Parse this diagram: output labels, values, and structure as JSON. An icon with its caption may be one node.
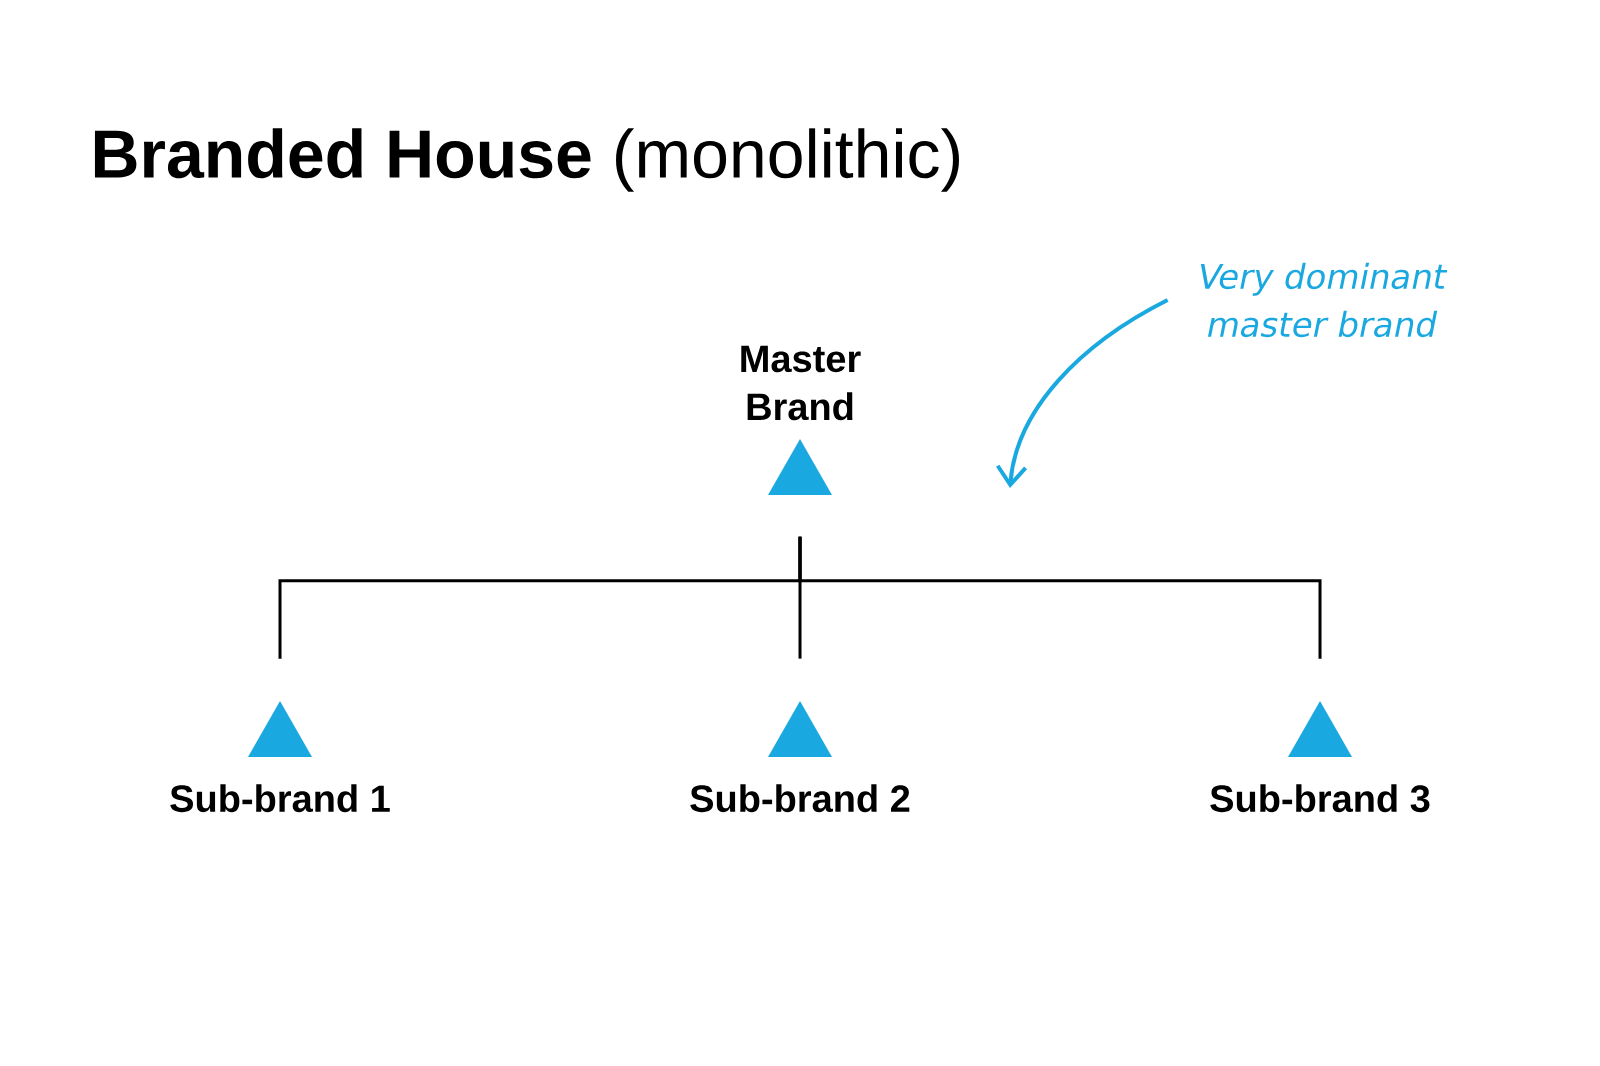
{
  "diagram": {
    "title": "**Branded House** (monolithic)",
    "nodes": [
      {
        "text": [
          "Master Brand"
        ]
      },
      {
        "text": [
          "Sub-brand 1"
        ]
      },
      {
        "text": [
          "Sub-brand 2"
        ]
      },
      {
        "text": [
          "Sub-brand 3"
        ]
      },
      {
        "text": [
          "Very dominant master brand"
        ]
      }
    ],
    "edges": [
      {
        "from": 0,
        "to": 1,
        "arrow": "none"
      },
      {
        "from": 0,
        "to": 2,
        "arrow": "none"
      },
      {
        "from": 0,
        "to": 3,
        "arrow": "none"
      },
      {
        "from": 4,
        "to": null,
        "arrow": "to",
        "color": "#1aa8e0"
      }
    ]
  }
}
